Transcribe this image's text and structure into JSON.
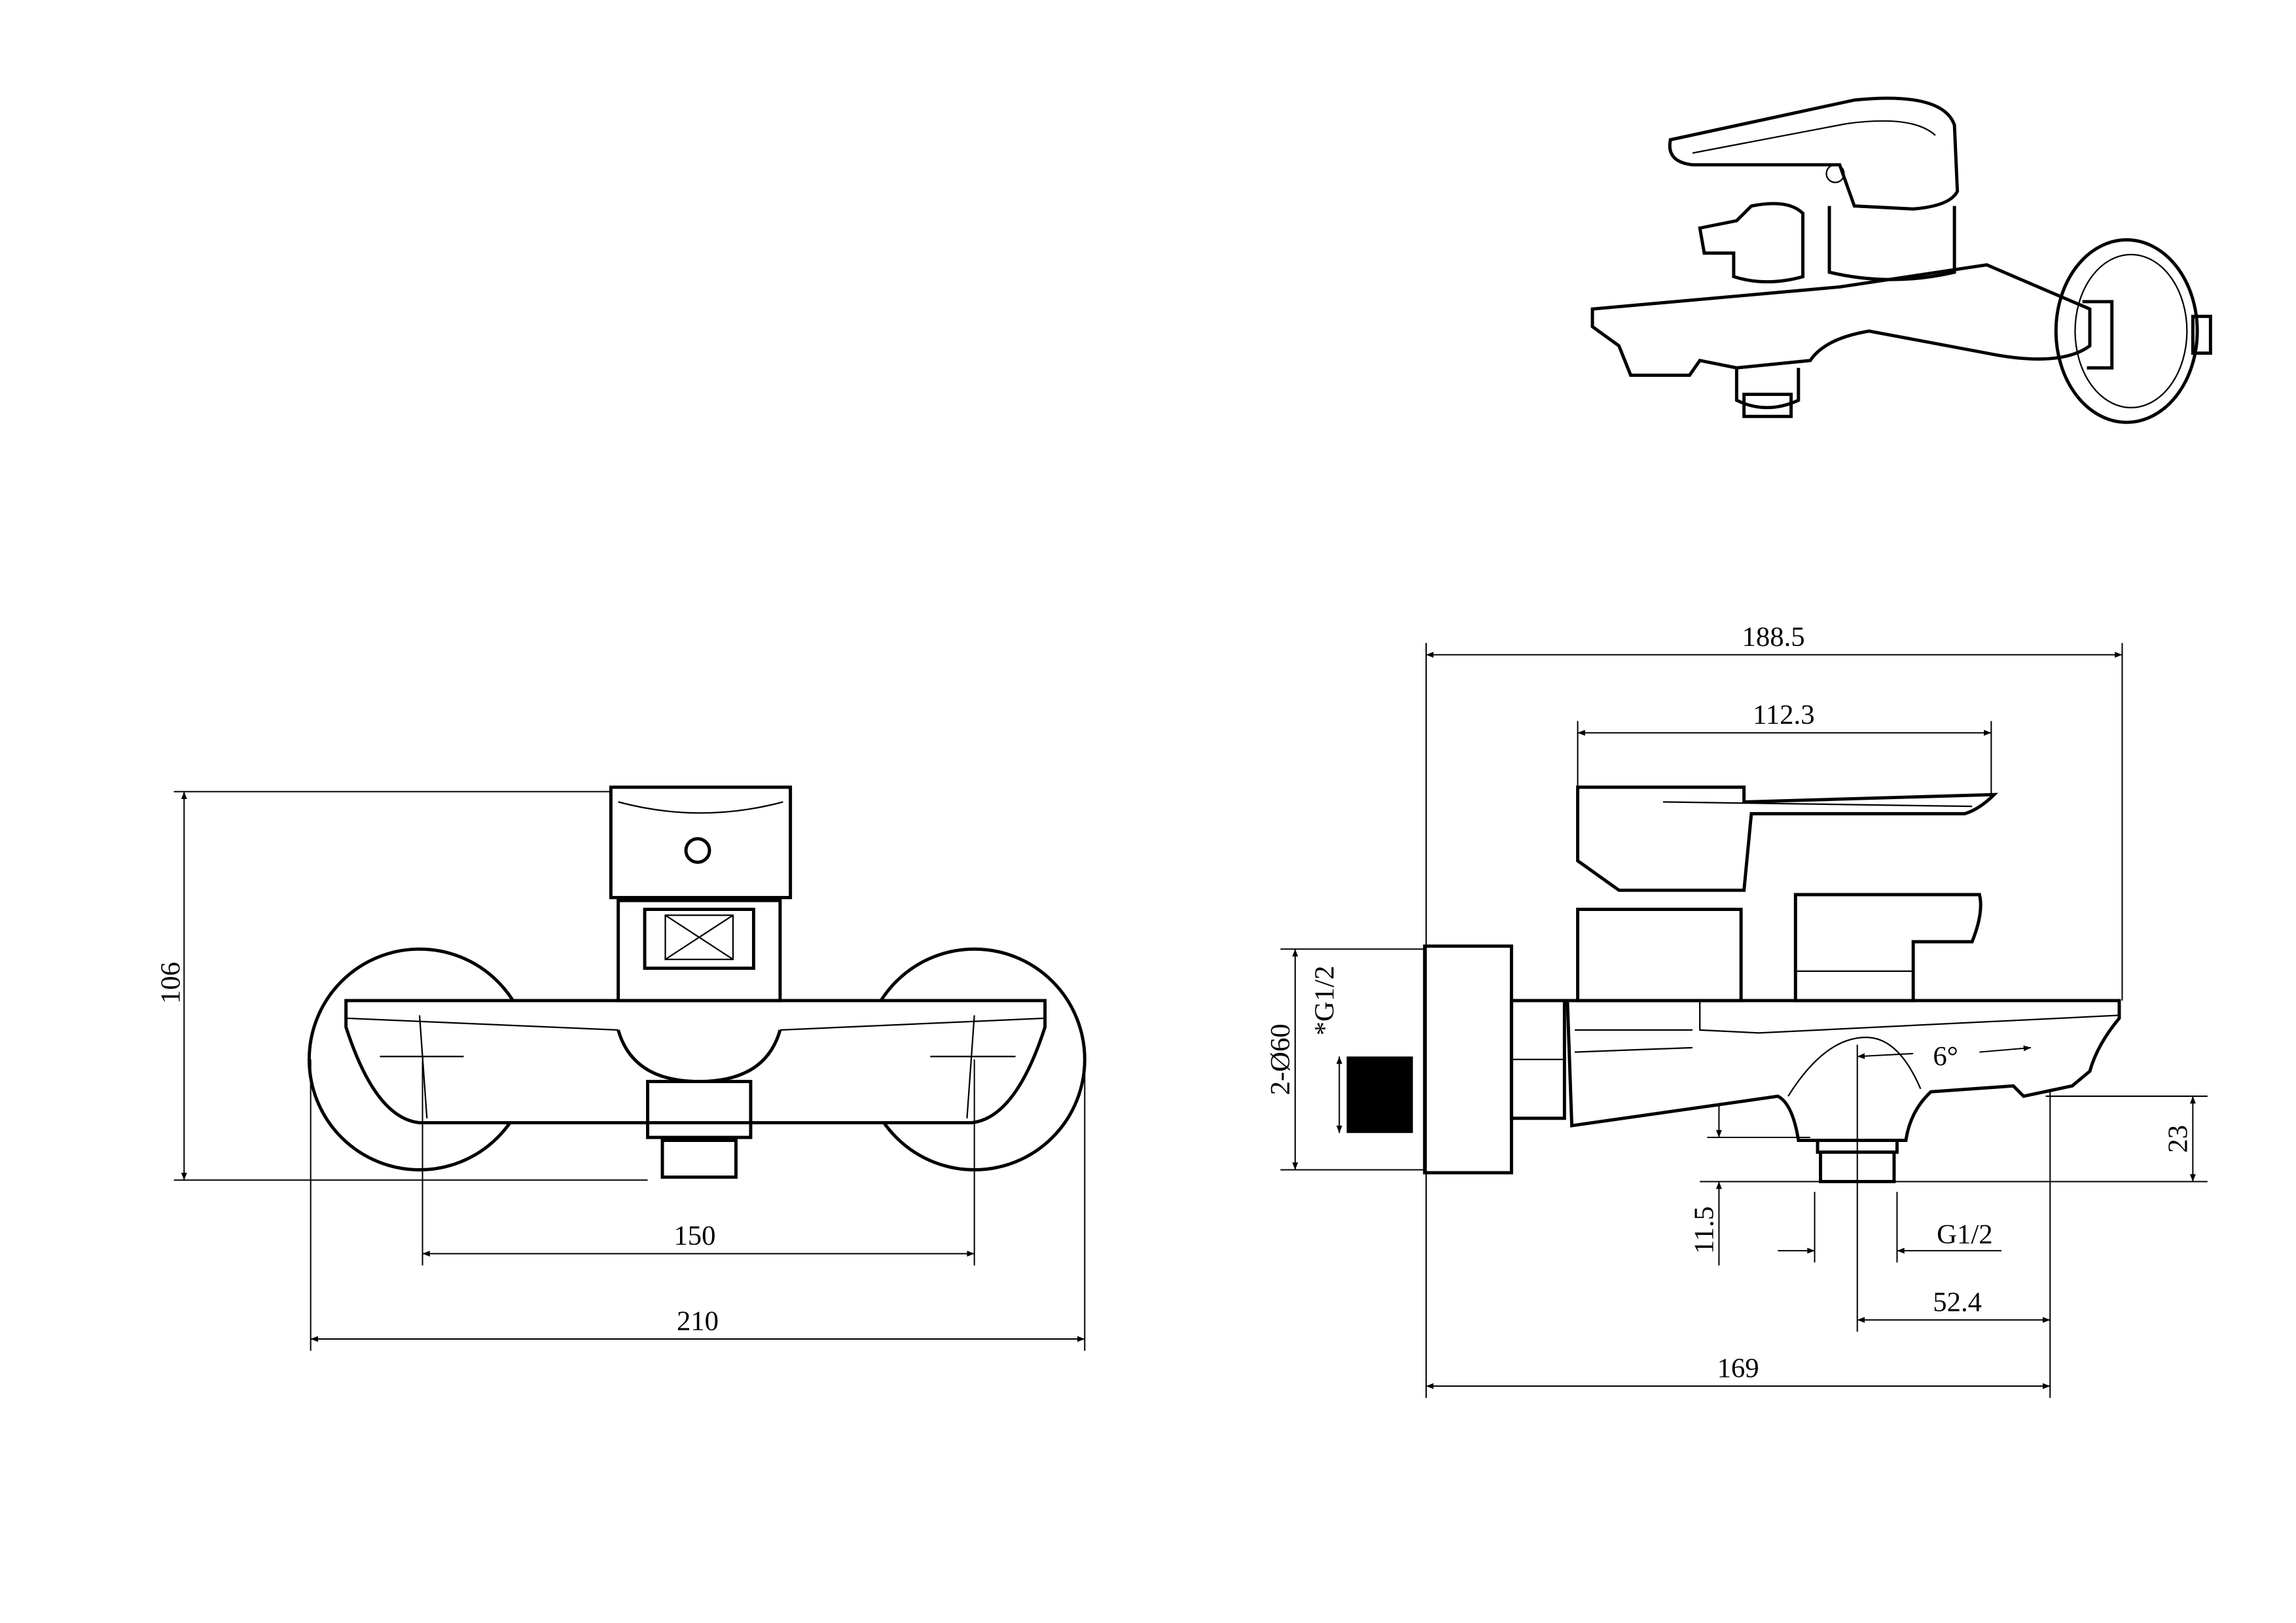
{
  "drawing": {
    "views": [
      "front-view",
      "side-view",
      "isometric-view"
    ],
    "front_view": {
      "height_label": "106",
      "center_distance_label": "150",
      "overall_width_label": "210"
    },
    "side_view": {
      "overall_depth_label": "188.5",
      "handle_length_label": "112.3",
      "flange_label": "2-Ø60",
      "inlet_thread_label": "*G1/2",
      "angle_label": "6°",
      "spout_height_label": "23",
      "outlet_height_label": "11.5",
      "outlet_thread_label": "G1/2",
      "outlet_offset_label": "52.4",
      "projection_label": "169"
    },
    "colors": {
      "line": "#000000",
      "background": "#ffffff"
    }
  }
}
